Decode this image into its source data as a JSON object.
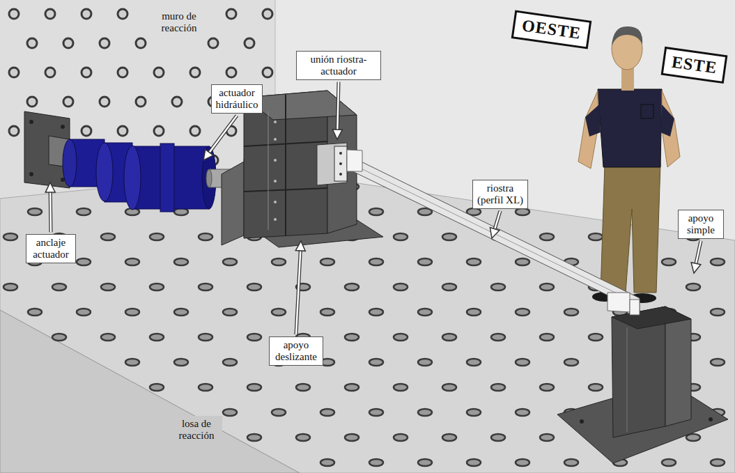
{
  "diagram": {
    "labels": [
      "muro de reacción",
      "actuador hidráulico",
      "unión riostra-actuador",
      "OESTE",
      "ESTE",
      "anclaje actuador",
      "riostra (perfil XL)",
      "apoyo simple",
      "apoyo deslizante",
      "losa de reacción"
    ]
  }
}
